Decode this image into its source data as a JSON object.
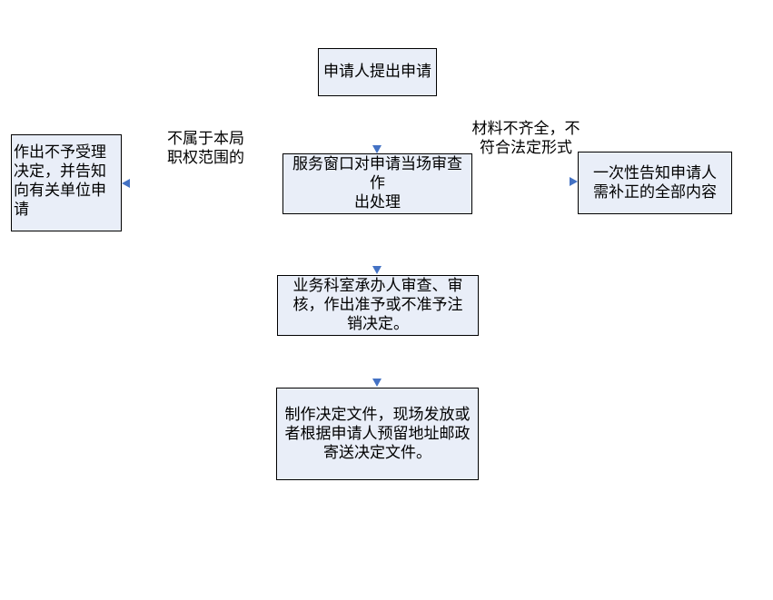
{
  "nodes": {
    "apply": "申请人提出申请",
    "window": "服务窗口对申请当场审查作\n出处理",
    "reject": "作出不予受理\n决定，并告知\n向有关单位申\n请",
    "supplement": "一次性告知申请人\n需补正的全部内容",
    "review": "业务科室承办人审查、审\n核，作出准予或不准予注\n销决定。",
    "deliver": "制作决定文件，现场发放或\n者根据申请人预留地址邮政\n寄送决定文件。"
  },
  "edge_labels": {
    "not_jurisdiction": "不属于本局\n职权范围的",
    "incomplete": "材料不齐全，不\n符合法定形式"
  },
  "colors": {
    "box_fill": "#e9eef8",
    "arrow": "#4472c4"
  }
}
